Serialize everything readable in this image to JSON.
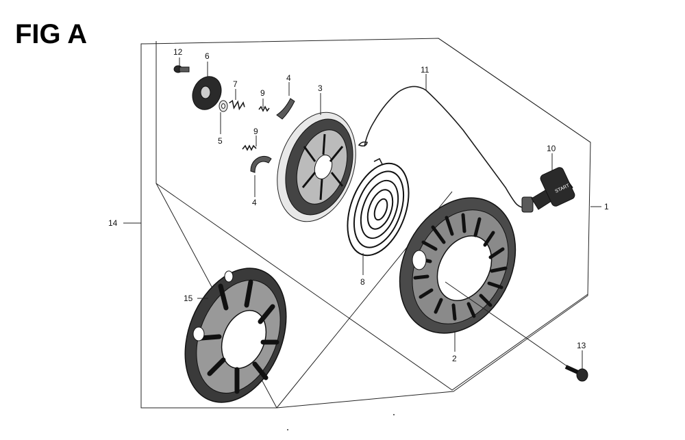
{
  "figure": {
    "title": "FIG A",
    "callouts": {
      "c1": "1",
      "c2": "2",
      "c3": "3",
      "c4a": "4",
      "c4b": "4",
      "c5": "5",
      "c6": "6",
      "c7": "7",
      "c8": "8",
      "c9a": "9",
      "c9b": "9",
      "c10": "10",
      "c11": "11",
      "c12": "12",
      "c13": "13",
      "c14": "14",
      "c15": "15"
    },
    "handle_text": "START"
  }
}
